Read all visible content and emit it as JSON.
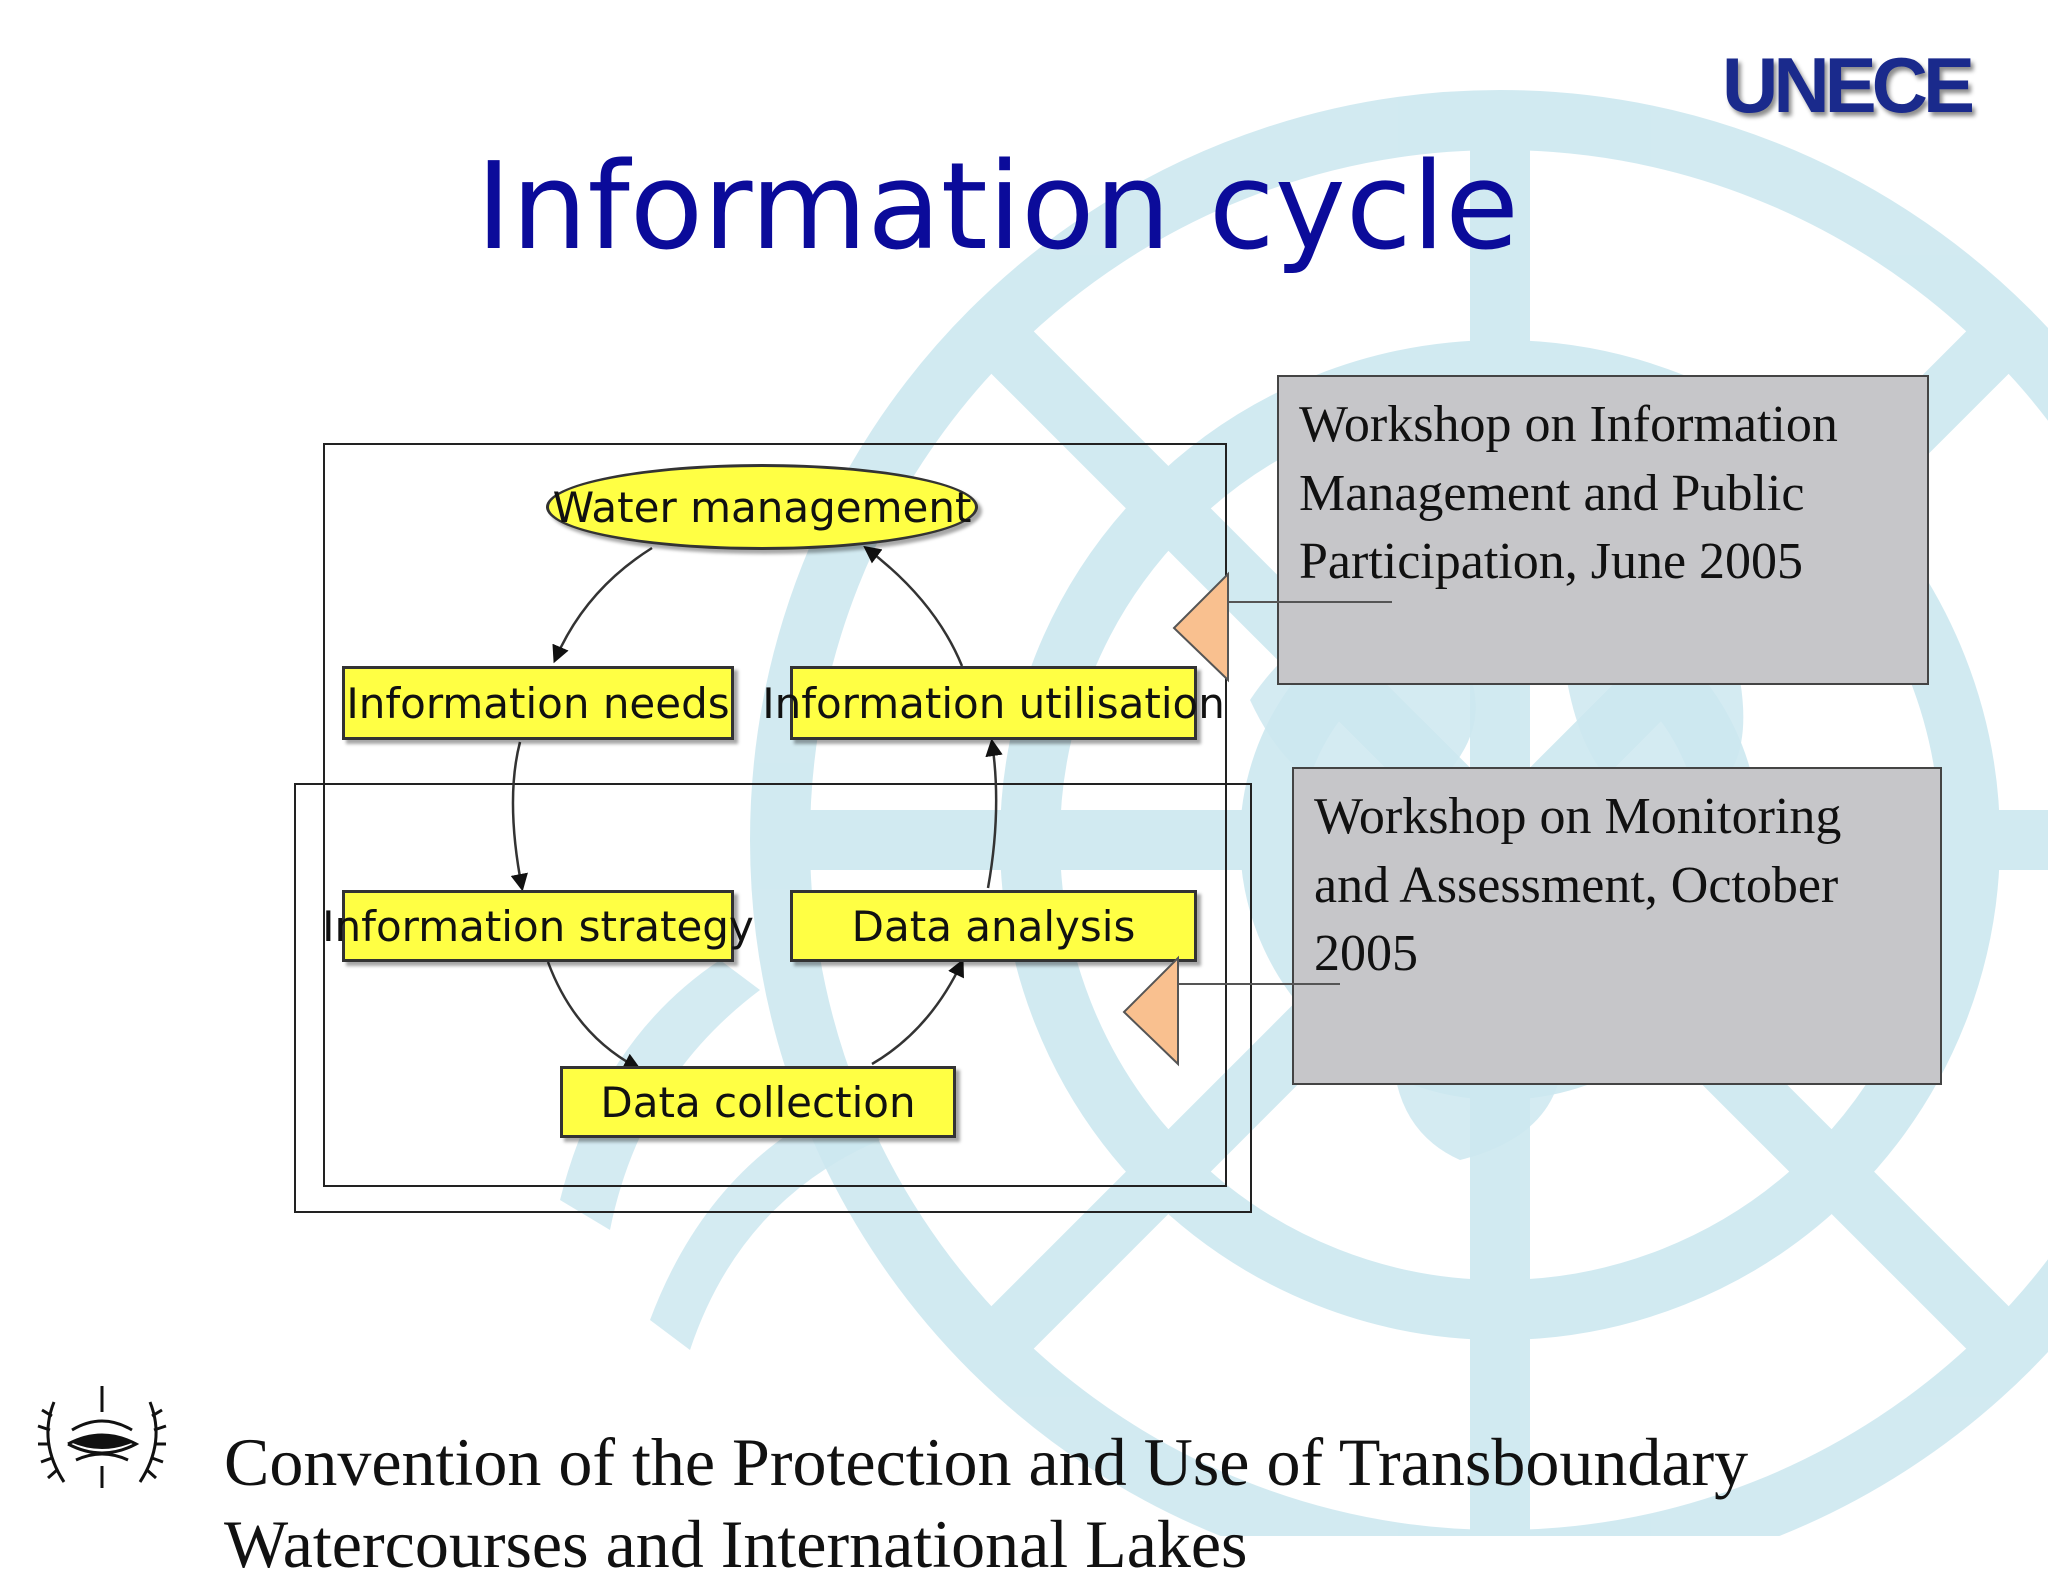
{
  "logo": {
    "text": "UNECE"
  },
  "title": "Information cycle",
  "diagram": {
    "nodes": {
      "water_management": "Water management",
      "information_needs": "Information needs",
      "information_utilisation": "Information utilisation",
      "information_strategy": "Information strategy",
      "data_analysis": "Data analysis",
      "data_collection": "Data collection"
    },
    "node_color": "#ffff44"
  },
  "callouts": {
    "workshop_1": "Workshop on Information Management and Public Participation, June 2005",
    "workshop_2": "Workshop on Monitoring and Assessment, October 2005"
  },
  "colors": {
    "title": "#0b0b9a",
    "callout_bg": "#c6c6c9",
    "pointer_arrow": "#f9c08f",
    "background_emblem": "#cde8f0"
  },
  "footer": {
    "text": "Convention of the Protection and Use of Transboundary Watercourses and International Lakes"
  },
  "icons": [
    "un-emblem-watermark-icon",
    "convention-emblem-icon"
  ]
}
